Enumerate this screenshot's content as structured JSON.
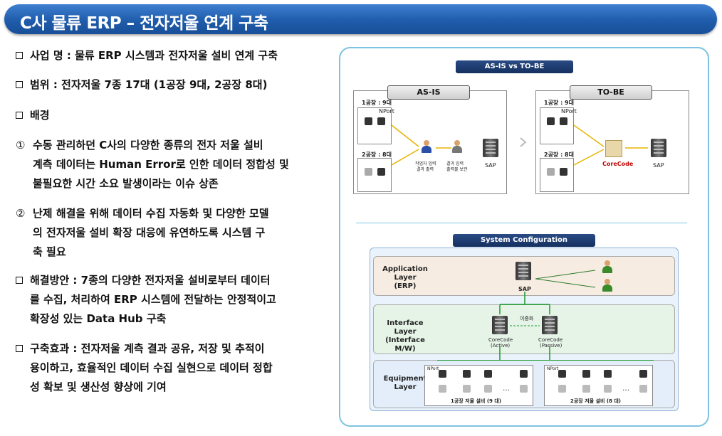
{
  "title": "C사 물류 ERP – 전자저울 연계 구축",
  "sections": {
    "project": {
      "label": "사업 명",
      "text": " : 물류 ERP 시스템과 전자저울 설비 연계 구축"
    },
    "scope": {
      "label": "범위",
      "text": " : 전자저울 7종 17대 (1공장 9대, 2공장 8대)"
    },
    "background": {
      "label": "배경"
    },
    "item1": {
      "mark": "①",
      "lines": [
        "수동 관리하던 C사의 다양한 종류의 전자 저울 설비",
        "계측 데이터는 Human Error로 인한 데이터 정합성 및",
        "불필요한 시간 소요 발생이라는 이슈 상존"
      ]
    },
    "item2": {
      "mark": "②",
      "lines": [
        "난제 해결을 위해 데이터 수집 자동화 및 다양한 모델",
        "의 전자저울 설비 확장 대응에 유연하도록 시스템 구",
        "축 필요"
      ]
    },
    "solution": {
      "label": "해결방안",
      "lines": [
        " : 7종의 다양한 전자저울 설비로부터 데이터",
        "를 수집, 처리하여 ERP 시스템에 전달하는 안정적이고",
        "확장성 있는 Data Hub 구축"
      ]
    },
    "effect": {
      "label": "구축효과",
      "lines": [
        " : 전자저울 계측 결과 공유, 저장 및 추적이",
        "용이하고, 효율적인 데이터 수집 실현으로 데이터 정합",
        "성 확보 및 생산성 향상에 기여"
      ]
    }
  },
  "diagram1": {
    "header": "AS-IS vs TO-BE",
    "asis": {
      "tab": "AS-IS",
      "plant1": "1공장 : 9대",
      "plant2": "2공장 : 8대",
      "nport": "NPort",
      "note1a": "작업자 입력",
      "note1b": "결과 출력",
      "note2a": "결과 입력",
      "note2b": "출력물 보관",
      "sap": "SAP"
    },
    "tobe": {
      "tab": "TO-BE",
      "plant1": "1공장 : 9대",
      "plant2": "2공장 : 8대",
      "nport": "NPort",
      "corecode": "CoreCode",
      "sap": "SAP"
    }
  },
  "diagram2": {
    "header": "System Configuration",
    "app_layer": [
      "Application",
      "Layer",
      "(ERP)"
    ],
    "sap": "SAP",
    "if_layer": [
      "Interface",
      "Layer",
      "(Interface M/W)"
    ],
    "core_active": [
      "CoreCode",
      "(Active)"
    ],
    "core_passive": [
      "CoreCode",
      "(Passive)"
    ],
    "duplex": "이중화",
    "eq_layer": [
      "Equipment",
      "Layer"
    ],
    "nport": "NPort",
    "plant1": "1공장 저울 설비 (9 대)",
    "plant2": "2공장 저울 설비 (8 대)",
    "dots": "…"
  }
}
